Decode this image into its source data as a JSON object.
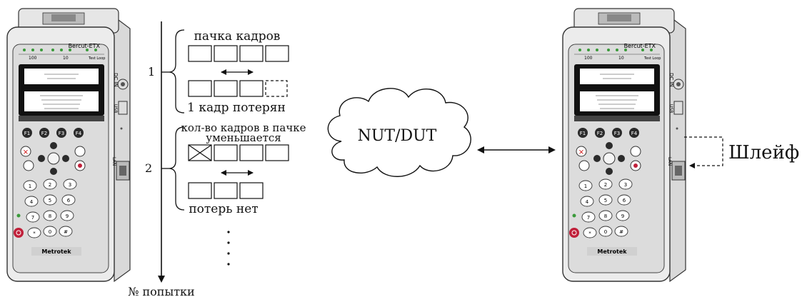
{
  "device": {
    "brand_model": "Bercut-ETX",
    "manufacturer": "Metrotek",
    "led_labels": [
      "100",
      "10",
      "Test Loop"
    ],
    "function_keys": [
      "F1",
      "F2",
      "F3",
      "F4"
    ],
    "keypad": [
      "1",
      "2",
      "3",
      "4",
      "5",
      "6",
      "7",
      "8",
      "9",
      "*",
      "0",
      "#"
    ],
    "ports": {
      "dc_in": "DC IN",
      "usb": "USB",
      "lan": "LAN"
    }
  },
  "timeline": {
    "axis_label": "№ попытки",
    "attempts": [
      {
        "number": "1",
        "top_label": "пачка кадров",
        "bottom_label": "1 кадр потерян"
      },
      {
        "number": "2",
        "top_label_line1": "кол-во кадров в пачке",
        "top_label_line2": "уменьшается",
        "bottom_label": "потерь нет"
      }
    ]
  },
  "network": {
    "cloud_label": "NUT/DUT"
  },
  "loopback": {
    "label": "Шлейф"
  }
}
